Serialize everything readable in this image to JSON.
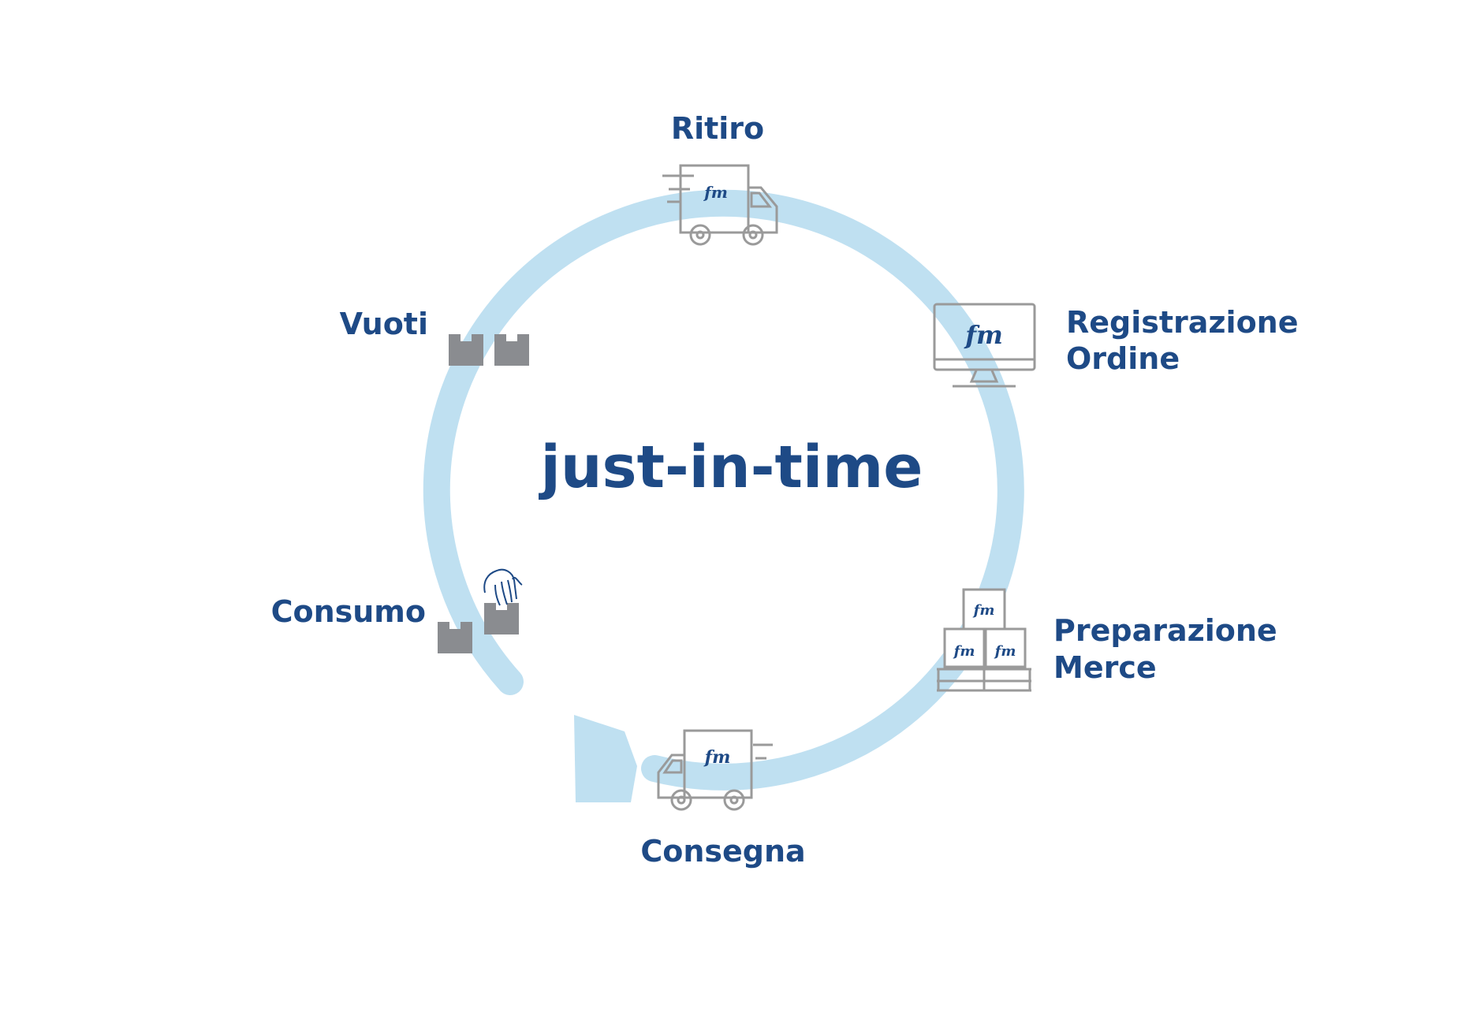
{
  "colors": {
    "brand_blue": "#1e4a86",
    "cycle_blue": "#bfe0f1",
    "icon_gray": "#8a8c90",
    "icon_stroke": "#9a9a9a"
  },
  "center_title": "just-in-time",
  "logo_text": "fm",
  "stages": {
    "ritiro": {
      "label": "Ritiro",
      "icon": "pickup-truck-icon"
    },
    "registrazione": {
      "line1": "Registrazione",
      "line2": "Ordine",
      "icon": "computer-monitor-icon"
    },
    "preparazione": {
      "line1": "Preparazione",
      "line2": "Merce",
      "icon": "pallet-boxes-icon"
    },
    "consegna": {
      "label": "Consegna",
      "icon": "delivery-truck-icon"
    },
    "consumo": {
      "label": "Consumo",
      "icon": "hand-box-icon"
    },
    "vuoti": {
      "label": "Vuoti",
      "icon": "empty-boxes-icon"
    }
  }
}
